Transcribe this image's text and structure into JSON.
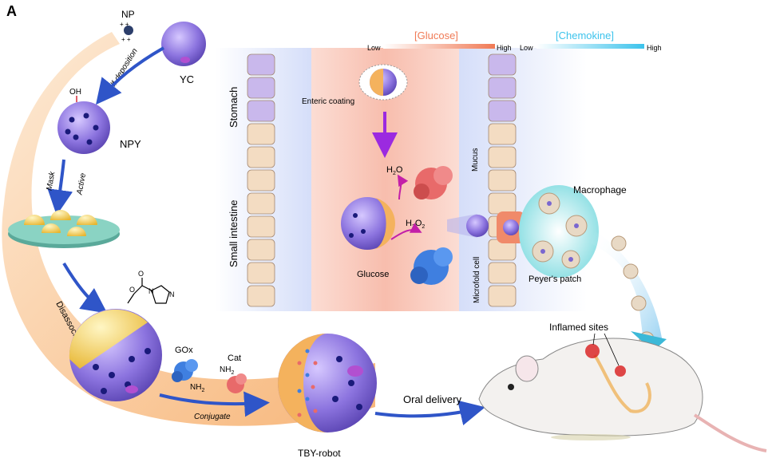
{
  "panel_label": "A",
  "flow_labels": {
    "np": "NP",
    "self_deposition": "Self-deposition",
    "yc": "YC",
    "oh": "OH",
    "npy": "NPY",
    "mask": "Mask",
    "active": "Active",
    "disassociate": "Disassociate",
    "gox": "GOx",
    "cat": "Cat",
    "nh2_gox": "NH",
    "nh2_cat": "NH",
    "nh2_sub": "2",
    "conjugate": "Conjugate",
    "tby_robot": "TBY-robot",
    "oral_delivery": "Oral delivery"
  },
  "legend": {
    "glucose_title": "[Glucose]",
    "chemokine_title": "[Chemokine]",
    "low": "Low",
    "high": "High",
    "glucose_color": "#f07a55",
    "chemokine_color": "#3cc3ec"
  },
  "gut_labels": {
    "stomach": "Stomach",
    "small_intestine": "Small intestine",
    "enteric_coating": "Enteric coating",
    "h2o": "H",
    "h2o_tail": "O",
    "h2o2": "H",
    "h2o2_mid": "O",
    "sub2": "2",
    "glucose": "Glucose",
    "mucus": "Mucus",
    "microfold_cell": "Microfold cell",
    "macrophage": "Macrophage",
    "peyers_patch": "Peyer's patch",
    "inflamed_sites": "Inflamed sites"
  },
  "colors": {
    "flow_band": "#f7c48e",
    "yeast_purple": "#8a6fd6",
    "yellow_cap": "#f2c94c",
    "enzyme_blue": "#3f7fe0",
    "enzyme_red": "#e86a6a",
    "arrow_blue": "#2f55c8",
    "inflame_red": "#d81b1b"
  }
}
